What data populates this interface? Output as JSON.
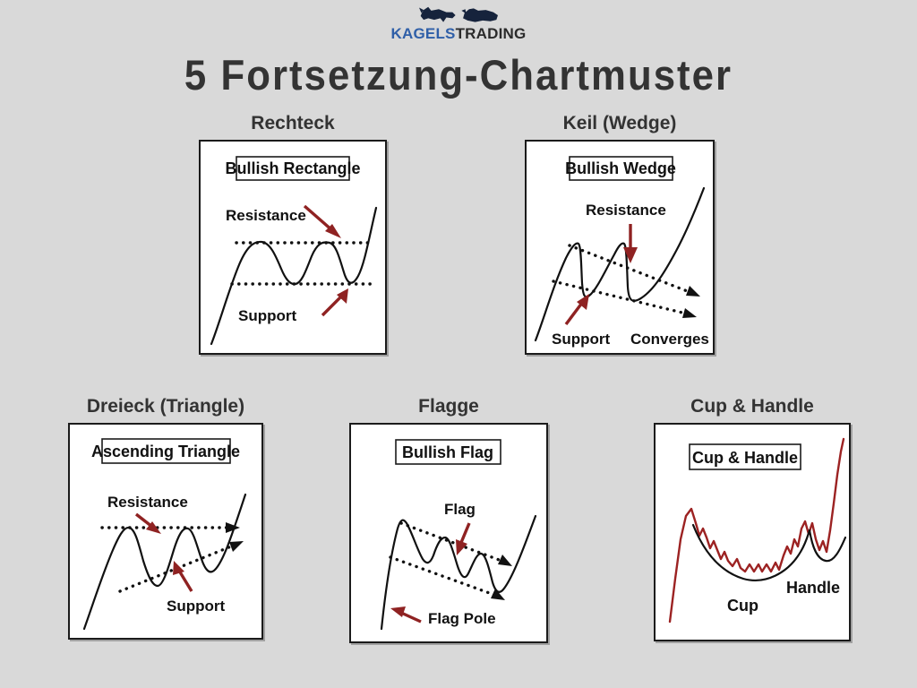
{
  "brand": {
    "name_part1": "KAGELS",
    "name_part2": "TRADING",
    "logo_icon": "bull-and-bear-icon",
    "color_primary": "#2f5fa8",
    "color_secondary": "#2b2b2b"
  },
  "page": {
    "title": "5 Fortsetzung-Chartmuster",
    "background_color": "#d9d9d9",
    "accent_red": "#8f2222",
    "line_color": "#111111"
  },
  "panels": [
    {
      "id": "rechteck",
      "heading": "Rechteck",
      "boxed_label": "Bullish Rectangle",
      "annotations": [
        {
          "text": "Resistance",
          "arrow": "red-arrow-down-right"
        },
        {
          "text": "Support",
          "arrow": "red-arrow-up-right"
        }
      ]
    },
    {
      "id": "keil",
      "heading": "Keil (Wedge)",
      "boxed_label": "Bullish Wedge",
      "annotations": [
        {
          "text": "Resistance",
          "arrow": "red-arrow-down"
        },
        {
          "text": "Support",
          "arrow": "red-arrow-up-right"
        },
        {
          "text": "Converges",
          "arrow": "none"
        }
      ]
    },
    {
      "id": "dreieck",
      "heading": "Dreieck (Triangle)",
      "boxed_label": "Ascending Triangle",
      "annotations": [
        {
          "text": "Resistance",
          "arrow": "red-arrow-down-right"
        },
        {
          "text": "Support",
          "arrow": "red-arrow-up-left"
        }
      ]
    },
    {
      "id": "flagge",
      "heading": "Flagge",
      "boxed_label": "Bullish Flag",
      "annotations": [
        {
          "text": "Flag",
          "arrow": "red-arrow-down-left"
        },
        {
          "text": "Flag Pole",
          "arrow": "red-arrow-left"
        }
      ]
    },
    {
      "id": "cup",
      "heading": "Cup & Handle",
      "boxed_label": "Cup & Handle",
      "annotations": [
        {
          "text": "Cup",
          "arrow": "none"
        },
        {
          "text": "Handle",
          "arrow": "none"
        }
      ]
    }
  ],
  "chart_data": [
    {
      "type": "line",
      "title": "Bullish Rectangle",
      "xlabel": "",
      "ylabel": "",
      "grid": false,
      "legend": "none",
      "annotations": [
        "Resistance",
        "Support"
      ],
      "series": [
        {
          "name": "price",
          "color": "#111111",
          "points": [
            [
              4,
              96
            ],
            [
              18,
              62
            ],
            [
              30,
              38
            ],
            [
              42,
              44
            ],
            [
              52,
              62
            ],
            [
              62,
              80
            ],
            [
              72,
              86
            ],
            [
              82,
              72
            ],
            [
              92,
              52
            ],
            [
              102,
              42
            ],
            [
              112,
              46
            ],
            [
              122,
              62
            ],
            [
              133,
              80
            ],
            [
              143,
              86
            ],
            [
              152,
              74
            ],
            [
              162,
              48
            ],
            [
              175,
              22
            ],
            [
              190,
              4
            ]
          ]
        }
      ],
      "levels": [
        {
          "name": "Resistance",
          "y": 40,
          "x0": 28,
          "x1": 185,
          "style": "dotted"
        },
        {
          "name": "Support",
          "y": 86,
          "x0": 22,
          "x1": 185,
          "style": "dotted"
        }
      ]
    },
    {
      "type": "line",
      "title": "Bullish Wedge",
      "xlabel": "",
      "ylabel": "",
      "grid": false,
      "legend": "none",
      "annotations": [
        "Resistance",
        "Support",
        "Converges"
      ],
      "series": [
        {
          "name": "price",
          "color": "#111111",
          "points": [
            [
              8,
              106
            ],
            [
              24,
              72
            ],
            [
              38,
              46
            ],
            [
              48,
              36
            ],
            [
              55,
              40
            ],
            [
              58,
              66
            ],
            [
              62,
              82
            ],
            [
              70,
              78
            ],
            [
              84,
              62
            ],
            [
              94,
              50
            ],
            [
              100,
              46
            ],
            [
              104,
              62
            ],
            [
              107,
              84
            ],
            [
              112,
              88
            ],
            [
              126,
              84
            ],
            [
              142,
              72
            ],
            [
              158,
              56
            ],
            [
              174,
              34
            ],
            [
              186,
              16
            ]
          ]
        }
      ],
      "levels": [
        {
          "name": "Resistance",
          "slope": "down",
          "x0": 46,
          "y0": 34,
          "x1": 186,
          "y1": 72,
          "style": "dotted",
          "arrowhead": true
        },
        {
          "name": "Support",
          "slope": "down",
          "x0": 28,
          "y0": 68,
          "x1": 178,
          "y1": 94,
          "style": "dotted",
          "arrowhead": true
        }
      ]
    },
    {
      "type": "line",
      "title": "Ascending Triangle",
      "xlabel": "",
      "ylabel": "",
      "grid": false,
      "legend": "none",
      "annotations": [
        "Resistance",
        "Support"
      ],
      "series": [
        {
          "name": "price",
          "color": "#111111",
          "points": [
            [
              12,
              140
            ],
            [
              24,
              108
            ],
            [
              36,
              72
            ],
            [
              46,
              56
            ],
            [
              56,
              52
            ],
            [
              66,
              66
            ],
            [
              76,
              96
            ],
            [
              86,
              116
            ],
            [
              94,
              120
            ],
            [
              104,
              100
            ],
            [
              114,
              72
            ],
            [
              122,
              58
            ],
            [
              130,
              54
            ],
            [
              138,
              68
            ],
            [
              148,
              86
            ],
            [
              156,
              92
            ],
            [
              166,
              80
            ],
            [
              178,
              54
            ],
            [
              190,
              26
            ],
            [
              198,
              12
            ]
          ]
        }
      ],
      "levels": [
        {
          "name": "Resistance",
          "y": 52,
          "x0": 34,
          "x1": 188,
          "style": "dotted",
          "arrowhead": true
        },
        {
          "name": "Support",
          "slope": "up",
          "x0": 56,
          "y0": 122,
          "x1": 196,
          "y1": 66,
          "style": "dotted",
          "arrowhead": true
        }
      ]
    },
    {
      "type": "line",
      "title": "Bullish Flag",
      "xlabel": "",
      "ylabel": "",
      "grid": false,
      "legend": "none",
      "annotations": [
        "Flag",
        "Flag Pole"
      ],
      "series": [
        {
          "name": "price",
          "color": "#111111",
          "points": [
            [
              30,
              188
            ],
            [
              40,
              120
            ],
            [
              48,
              82
            ],
            [
              54,
              74
            ],
            [
              62,
              88
            ],
            [
              70,
              110
            ],
            [
              78,
              122
            ],
            [
              84,
              116
            ],
            [
              92,
              96
            ],
            [
              100,
              90
            ],
            [
              106,
              100
            ],
            [
              112,
              124
            ],
            [
              120,
              138
            ],
            [
              126,
              134
            ],
            [
              134,
              112
            ],
            [
              142,
              104
            ],
            [
              148,
              114
            ],
            [
              154,
              140
            ],
            [
              160,
              150
            ],
            [
              168,
              136
            ],
            [
              180,
              112
            ],
            [
              192,
              84
            ],
            [
              202,
              62
            ]
          ]
        }
      ],
      "levels": [
        {
          "name": "Flag upper",
          "slope": "down",
          "x0": 52,
          "y0": 72,
          "x1": 172,
          "y1": 116,
          "style": "dotted",
          "arrowhead": true
        },
        {
          "name": "Flag lower",
          "slope": "down",
          "x0": 40,
          "y0": 110,
          "x1": 166,
          "y1": 154,
          "style": "dotted",
          "arrowhead": true
        }
      ]
    },
    {
      "type": "line",
      "title": "Cup & Handle",
      "xlabel": "",
      "ylabel": "",
      "grid": false,
      "legend": "none",
      "annotations": [
        "Cup",
        "Handle"
      ],
      "series": [
        {
          "name": "price",
          "color": "#9c2222",
          "points": [
            [
              10,
              190
            ],
            [
              16,
              150
            ],
            [
              22,
              112
            ],
            [
              28,
              92
            ],
            [
              34,
              86
            ],
            [
              40,
              98
            ],
            [
              44,
              110
            ],
            [
              48,
              104
            ],
            [
              52,
              112
            ],
            [
              56,
              122
            ],
            [
              60,
              116
            ],
            [
              64,
              124
            ],
            [
              68,
              134
            ],
            [
              72,
              128
            ],
            [
              76,
              136
            ],
            [
              82,
              142
            ],
            [
              88,
              136
            ],
            [
              92,
              144
            ],
            [
              98,
              148
            ],
            [
              104,
              142
            ],
            [
              110,
              148
            ],
            [
              116,
              142
            ],
            [
              120,
              148
            ],
            [
              126,
              142
            ],
            [
              132,
              148
            ],
            [
              138,
              140
            ],
            [
              142,
              146
            ],
            [
              148,
              134
            ],
            [
              152,
              126
            ],
            [
              156,
              132
            ],
            [
              160,
              118
            ],
            [
              164,
              124
            ],
            [
              168,
              108
            ],
            [
              172,
              102
            ],
            [
              176,
              112
            ],
            [
              180,
              104
            ],
            [
              184,
              118
            ],
            [
              188,
              128
            ],
            [
              192,
              120
            ],
            [
              196,
              130
            ],
            [
              200,
              112
            ],
            [
              204,
              86
            ],
            [
              208,
              56
            ],
            [
              212,
              30
            ],
            [
              214,
              18
            ]
          ]
        },
        {
          "name": "cup-outline",
          "color": "#111111",
          "points": [
            [
              42,
              104
            ],
            [
              56,
              126
            ],
            [
              72,
              146
            ],
            [
              90,
              158
            ],
            [
              110,
              162
            ],
            [
              130,
              158
            ],
            [
              148,
              144
            ],
            [
              162,
              126
            ],
            [
              172,
              110
            ]
          ]
        },
        {
          "name": "handle-outline",
          "color": "#111111",
          "points": [
            [
              172,
              110
            ],
            [
              178,
              126
            ],
            [
              184,
              138
            ],
            [
              192,
              142
            ],
            [
              200,
              136
            ],
            [
              208,
              124
            ],
            [
              214,
              112
            ]
          ]
        }
      ],
      "levels": []
    }
  ]
}
